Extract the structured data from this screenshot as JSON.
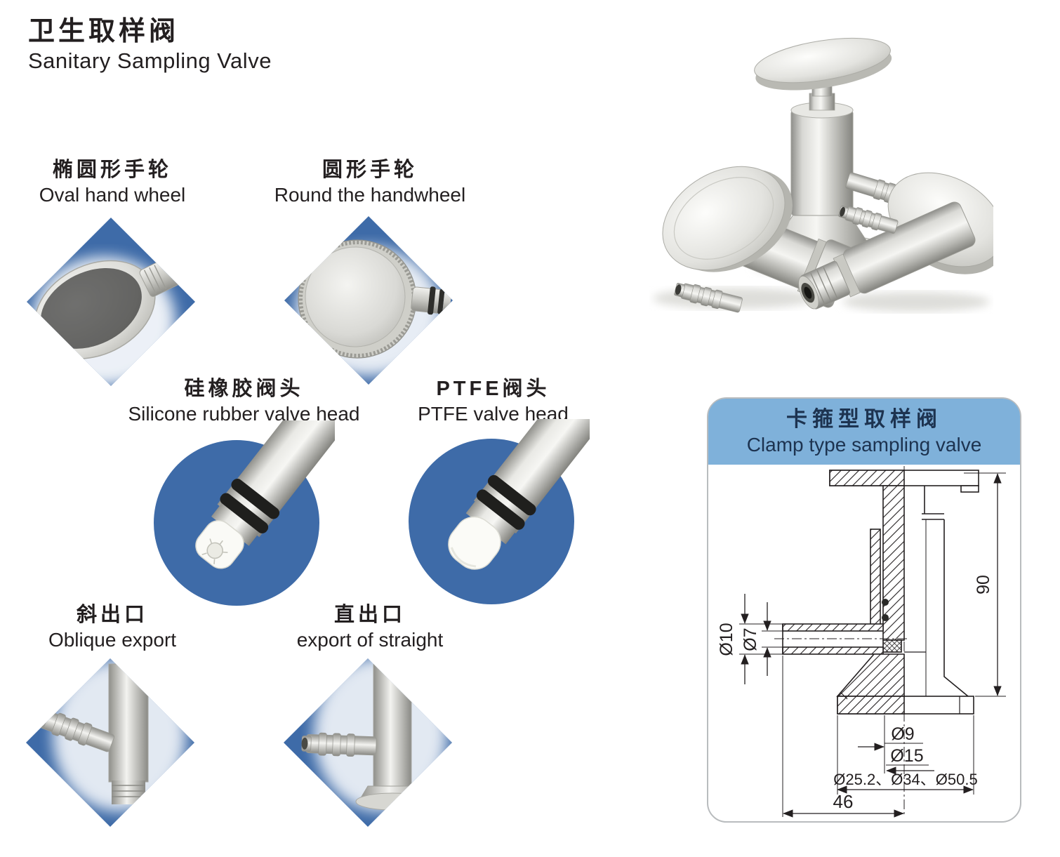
{
  "title": {
    "cn": "卫生取样阀",
    "en": "Sanitary Sampling Valve"
  },
  "features": [
    {
      "label_cn": "椭圆形手轮",
      "label_en": "Oval hand wheel",
      "shape": "diamond"
    },
    {
      "label_cn": "圆形手轮",
      "label_en": "Round the handwheel",
      "shape": "diamond"
    },
    {
      "label_cn": "硅橡胶阀头",
      "label_en": "Silicone rubber valve head",
      "shape": "circle"
    },
    {
      "label_cn": "PTFE阀头",
      "label_en": "PTFE valve head",
      "shape": "circle"
    },
    {
      "label_cn": "斜出口",
      "label_en": "Oblique export",
      "shape": "diamond"
    },
    {
      "label_cn": "直出口",
      "label_en": "export of straight",
      "shape": "diamond"
    }
  ],
  "panel": {
    "title_cn": "卡箍型取样阀",
    "title_en": "Clamp type sampling valve",
    "dimensions": {
      "outlet_outer_diameter": "Ø10",
      "outlet_inner_diameter": "Ø7",
      "overall_height": "90",
      "stem_diameter": "Ø9",
      "seat_diameter": "Ø15",
      "ferrule_diameters": "Ø25.2、Ø34、Ø50.5",
      "outlet_length": "46"
    }
  },
  "colors": {
    "shape_blue": "#3e6ba8",
    "panel_header_blue": "#7fb1da",
    "panel_header_text": "#1d3350",
    "ink": "#231f20",
    "panel_border": "#b9bcbe"
  }
}
